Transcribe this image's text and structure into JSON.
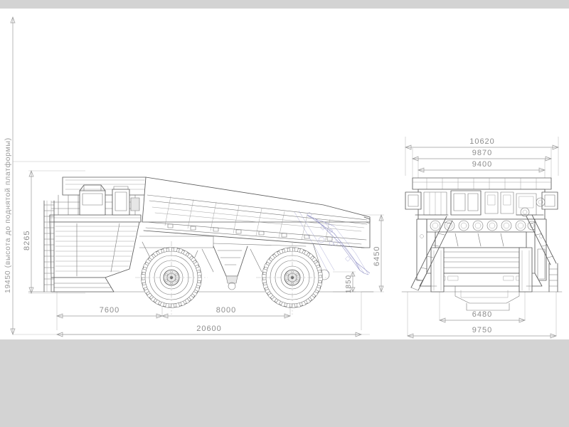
{
  "drawing": {
    "title": "mining-haul-truck-dimensional-drawing",
    "background_color": "#d3d3d3",
    "sheet_color": "#ffffff",
    "line_color": "#5b5b5b",
    "dimension_color": "#9b9b9b",
    "accent_color": "#8e8ec4"
  },
  "side_view": {
    "name": "side-elevation",
    "note_vertical": "19450 (высота до поднятой платформы)",
    "dimensions": {
      "overall_height": "8265",
      "wheelbase_front": "7600",
      "wheelbase_rear": "8000",
      "overall_length": "20600",
      "body_tip_height": "6450",
      "tail_clearance": "1850"
    }
  },
  "front_view": {
    "name": "front-elevation",
    "dimensions": {
      "mirror_width": "10620",
      "body_width": "9870",
      "deck_width": "9400",
      "track_width": "6480",
      "tire_outer_width": "9750"
    }
  },
  "dimension_labels": [
    {
      "id": "h-19450",
      "value": "19450 (высота до поднятой платформы)",
      "orientation": "vertical"
    },
    {
      "id": "h-8265",
      "value": "8265",
      "orientation": "vertical"
    },
    {
      "id": "w-7600",
      "value": "7600",
      "orientation": "horizontal"
    },
    {
      "id": "w-8000",
      "value": "8000",
      "orientation": "horizontal"
    },
    {
      "id": "w-20600",
      "value": "20600",
      "orientation": "horizontal"
    },
    {
      "id": "h-6450",
      "value": "6450",
      "orientation": "vertical"
    },
    {
      "id": "h-1850",
      "value": "1850",
      "orientation": "vertical"
    },
    {
      "id": "w-10620",
      "value": "10620",
      "orientation": "horizontal"
    },
    {
      "id": "w-9870",
      "value": "9870",
      "orientation": "horizontal"
    },
    {
      "id": "w-9400",
      "value": "9400",
      "orientation": "horizontal"
    },
    {
      "id": "w-6480",
      "value": "6480",
      "orientation": "horizontal"
    },
    {
      "id": "w-9750",
      "value": "9750",
      "orientation": "horizontal"
    }
  ]
}
